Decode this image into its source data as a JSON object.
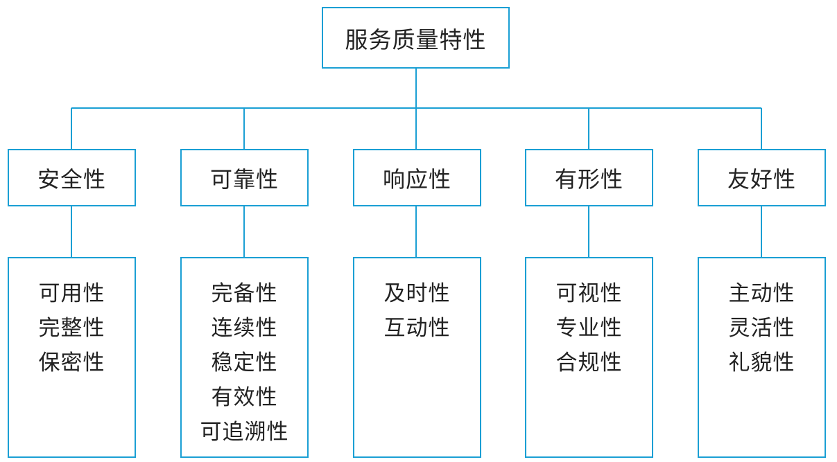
{
  "root": {
    "label": "服务质量特性"
  },
  "categories": [
    {
      "label": "安全性",
      "items": [
        "可用性",
        "完整性",
        "保密性"
      ]
    },
    {
      "label": "可靠性",
      "items": [
        "完备性",
        "连续性",
        "稳定性",
        "有效性",
        "可追溯性"
      ]
    },
    {
      "label": "响应性",
      "items": [
        "及时性",
        "互动性"
      ]
    },
    {
      "label": "有形性",
      "items": [
        "可视性",
        "专业性",
        "合规性"
      ]
    },
    {
      "label": "友好性",
      "items": [
        "主动性",
        "灵活性",
        "礼貌性"
      ]
    }
  ],
  "colors": {
    "line": "#1a9fd4",
    "text": "#222222"
  }
}
